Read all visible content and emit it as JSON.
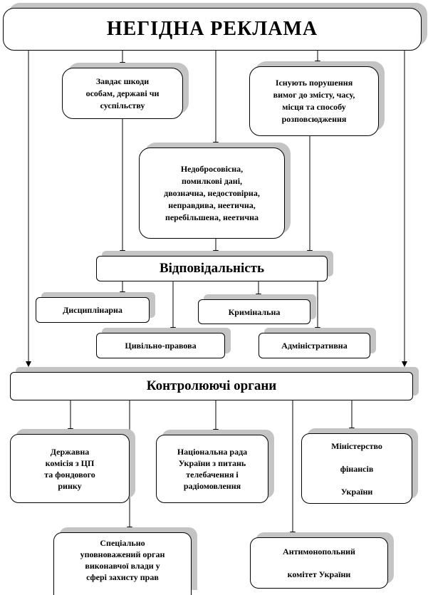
{
  "top_title": "НЕГІДНА РЕКЛАМА",
  "harm": "Завдає шкоди\nособам, державі чи\nсуспільству",
  "violations": "Існують порушення\nвимог до змісту, часу,\nмісця та способу\nрозповсюдження",
  "kinds": "Недобросовісна,\nпомилкові дані,\nдвозначна, недостовірна,\nнеправдива, неетична,\nперебільшена, неетична",
  "responsibility": "Відповідальність",
  "liability": {
    "disciplinary": "Дисциплінарна",
    "criminal": "Кримінальна",
    "civil": "Цивільно-правова",
    "administrative": "Адміністративна"
  },
  "control": "Контролюючі органи",
  "bodies": {
    "securities": "Державна\nкомісія  з ЦП\nта фондового\nринку",
    "broadcasting": "Національна рада\nУкраїни  з питань\nтелебачення і\nрадіомовлення",
    "finance": "Міністерство\n\nфінансів\n\nУкраїни",
    "executive": "Спеціально\nуповноважений орган\nвиконавчої влади у\nсфері захисту прав",
    "antimonopoly": "Антимонопольний\n\nкомітет  України"
  }
}
